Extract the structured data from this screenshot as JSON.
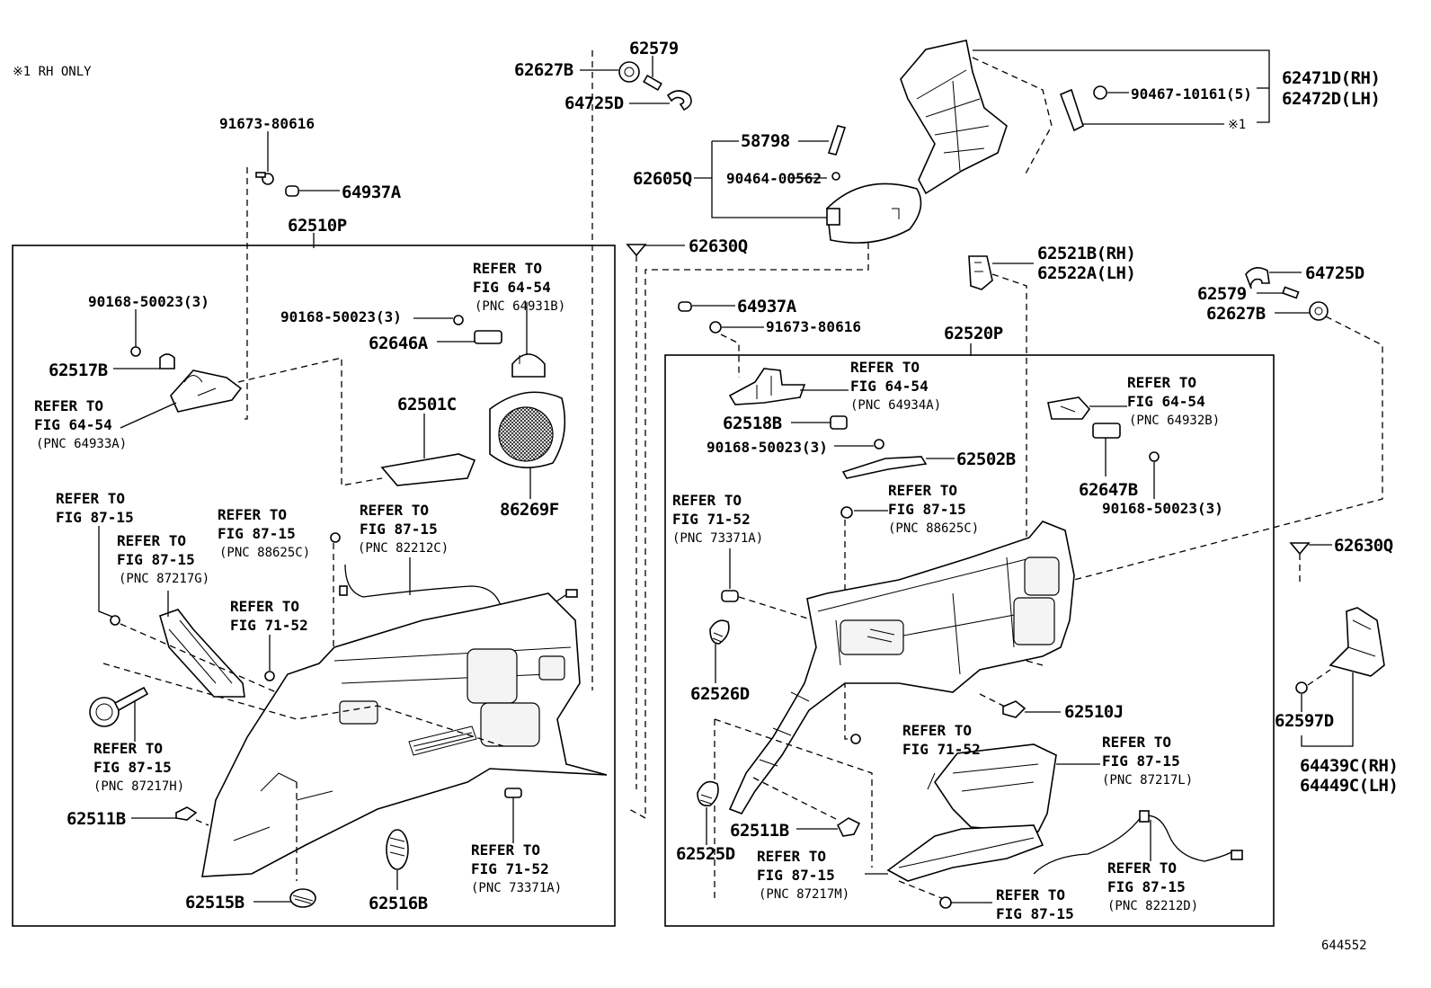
{
  "note": "※1 RH ONLY",
  "figure_id": "644552",
  "labels": {
    "p62579_top": "62579",
    "p62627B_top": "62627B",
    "p64725D_top": "64725D",
    "p91673_left": "91673-80616",
    "p64937A_left": "64937A",
    "p62510P": "62510P",
    "p90168_left": "90168-50023(3)",
    "p62517B": "62517B",
    "ref_64933A_1": "REFER TO",
    "ref_64933A_2": "FIG 64-54",
    "ref_64933A_3": "(PNC 64933A)",
    "ref_64931B_1": "REFER TO",
    "ref_64931B_2": "FIG 64-54",
    "ref_64931B_3": "(PNC 64931B)",
    "p90168_mid": "90168-50023(3)",
    "p62646A": "62646A",
    "p62501C": "62501C",
    "p86269F": "86269F",
    "ref_8715_a1": "REFER TO",
    "ref_8715_a2": "FIG 87-15",
    "ref_87217G_1": "REFER TO",
    "ref_87217G_2": "FIG 87-15",
    "ref_87217G_3": "(PNC 87217G)",
    "ref_88625C_l1": "REFER TO",
    "ref_88625C_l2": "FIG 87-15",
    "ref_88625C_l3": "(PNC 88625C)",
    "ref_82212C_1": "REFER TO",
    "ref_82212C_2": "FIG 87-15",
    "ref_82212C_3": "(PNC 82212C)",
    "ref_7152_l1": "REFER TO",
    "ref_7152_l2": "FIG 71-52",
    "ref_87217H_1": "REFER TO",
    "ref_87217H_2": "FIG 87-15",
    "ref_87217H_3": "(PNC 87217H)",
    "p62511B_left": "62511B",
    "p62515B": "62515B",
    "p62516B": "62516B",
    "ref_73371A_l1": "REFER TO",
    "ref_73371A_l2": "FIG 71-52",
    "ref_73371A_l3": "(PNC 73371A)",
    "p58798": "58798",
    "p62605Q": "62605Q",
    "p90464": "90464-00562",
    "p62630Q_mid": "62630Q",
    "p62471D": "62471D(RH)",
    "p62472D": "62472D(LH)",
    "p90467": "90467-10161(5)",
    "note_mark": "※1",
    "p62521B": "62521B(RH)",
    "p62522A": "62522A(LH)",
    "p64725D_right": "64725D",
    "p62579_right": "62579",
    "p62627B_right": "62627B",
    "p64937A_mid": "64937A",
    "p91673_mid": "91673-80616",
    "p62520P": "62520P",
    "ref_64934A_1": "REFER TO",
    "ref_64934A_2": "FIG 64-54",
    "ref_64934A_3": "(PNC 64934A)",
    "p62518B": "62518B",
    "p90168_r1": "90168-50023(3)",
    "p62502B": "62502B",
    "ref_64932B_1": "REFER TO",
    "ref_64932B_2": "FIG 64-54",
    "ref_64932B_3": "(PNC 64932B)",
    "p62647B": "62647B",
    "p90168_r2": "90168-50023(3)",
    "ref_73371A_r1": "REFER TO",
    "ref_73371A_r2": "FIG 71-52",
    "ref_73371A_r3": "(PNC 73371A)",
    "ref_88625C_r1": "REFER TO",
    "ref_88625C_r2": "FIG 87-15",
    "ref_88625C_r3": "(PNC 88625C)",
    "p62630Q_right": "62630Q",
    "p62526D": "62526D",
    "p62510J": "62510J",
    "ref_7152_r1": "REFER TO",
    "ref_7152_r2": "FIG 71-52",
    "ref_87217L_1": "REFER TO",
    "ref_87217L_2": "FIG 87-15",
    "ref_87217L_3": "(PNC 87217L)",
    "p62597D": "62597D",
    "p64439C": "64439C(RH)",
    "p64449C": "64449C(LH)",
    "p62511B_right": "62511B",
    "p62525D": "62525D",
    "ref_87217M_1": "REFER TO",
    "ref_87217M_2": "FIG 87-15",
    "ref_87217M_3": "(PNC 87217M)",
    "ref_82212D_1": "REFER TO",
    "ref_82212D_2": "FIG 87-15",
    "ref_82212D_3": "(PNC 82212D)",
    "ref_8715_b1": "REFER TO",
    "ref_8715_b2": "FIG 87-15"
  }
}
